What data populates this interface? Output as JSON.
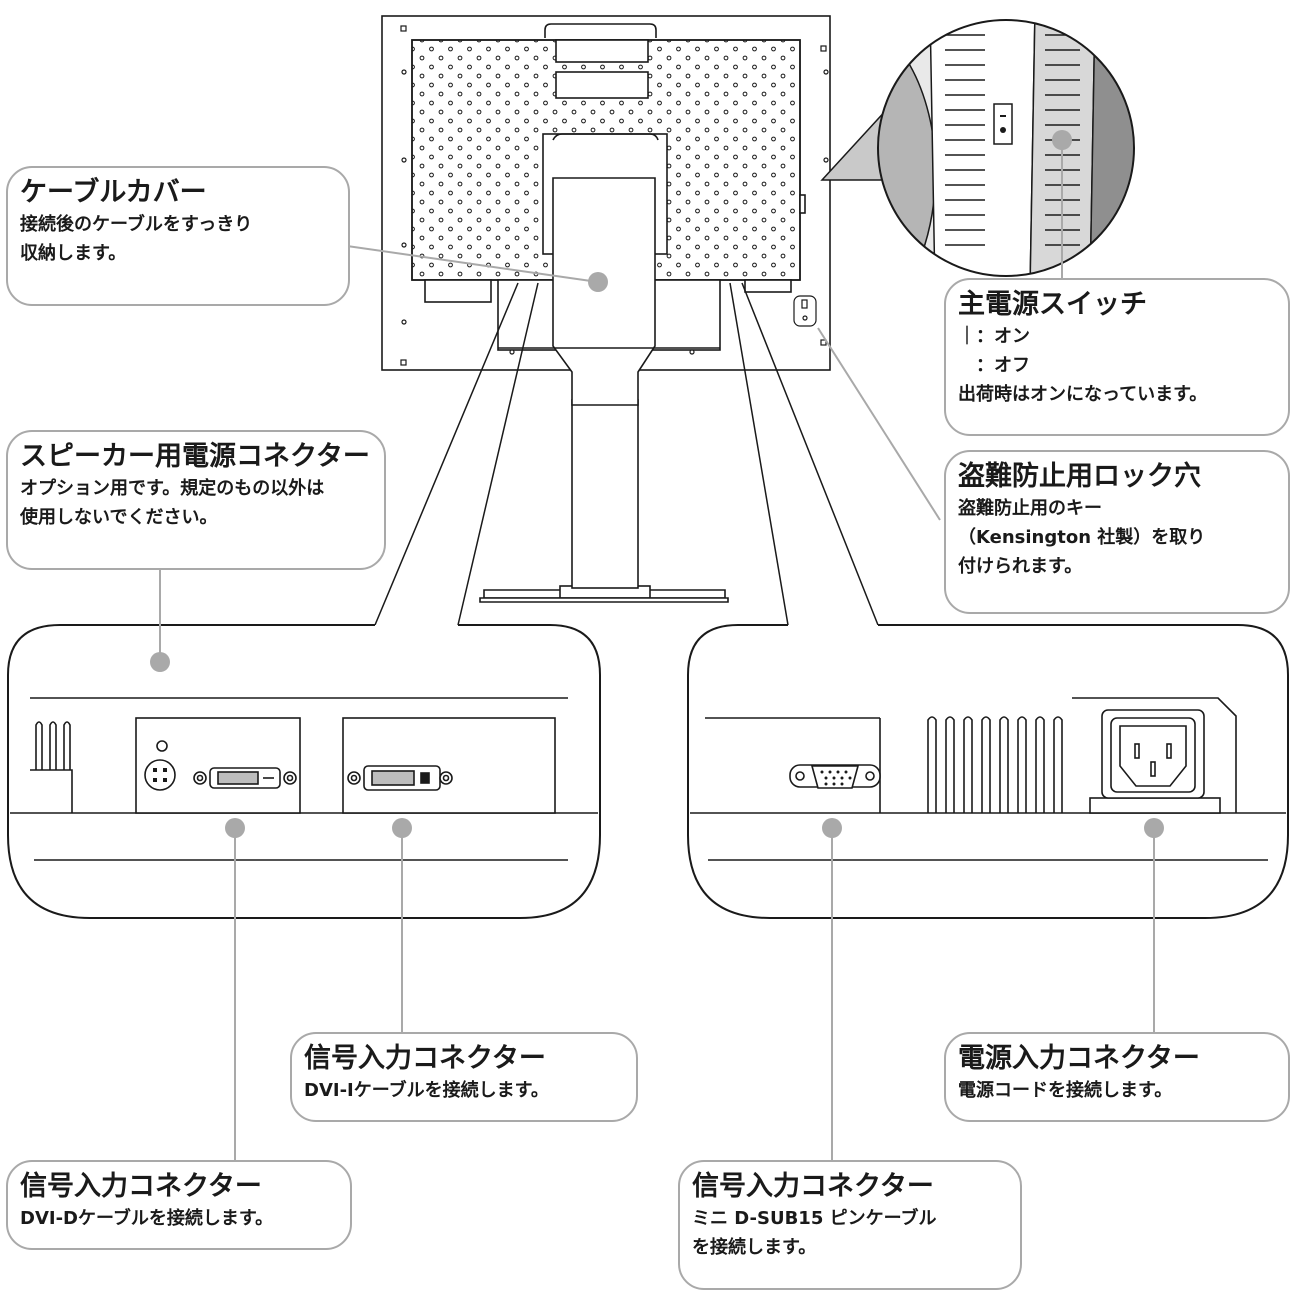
{
  "callouts": {
    "cable_cover": {
      "title": "ケーブルカバー",
      "lines": [
        "接続後のケーブルをすっきり",
        "収納します。"
      ]
    },
    "main_power": {
      "title": "主電源スイッチ",
      "lines": [
        "｜：オン",
        "　：オフ",
        "出荷時はオンになっています。"
      ]
    },
    "speaker_power": {
      "title": "スピーカー用電源コネクター",
      "lines": [
        "オプション用です。規定のもの以外は",
        "使用しないでください。"
      ]
    },
    "security_lock": {
      "title": "盗難防止用ロック穴",
      "lines": [
        "盗難防止用のキー",
        "（Kensington 社製）を取り",
        "付けられます。"
      ]
    },
    "dvi_i": {
      "title": "信号入力コネクター",
      "lines": [
        "DVI-Iケーブルを接続します。"
      ]
    },
    "power_input": {
      "title": "電源入力コネクター",
      "lines": [
        "電源コードを接続します。"
      ]
    },
    "dvi_d": {
      "title": "信号入力コネクター",
      "lines": [
        "DVI-Dケーブルを接続します。"
      ]
    },
    "d_sub": {
      "title": "信号入力コネクター",
      "lines": [
        "ミニ D-SUB15 ピンケーブル",
        "を接続します。"
      ]
    }
  },
  "colors": {
    "line": "#1a1a1a",
    "callout_border": "#a9a9a9",
    "marker": "#a9a9a9",
    "background": "#ffffff"
  }
}
